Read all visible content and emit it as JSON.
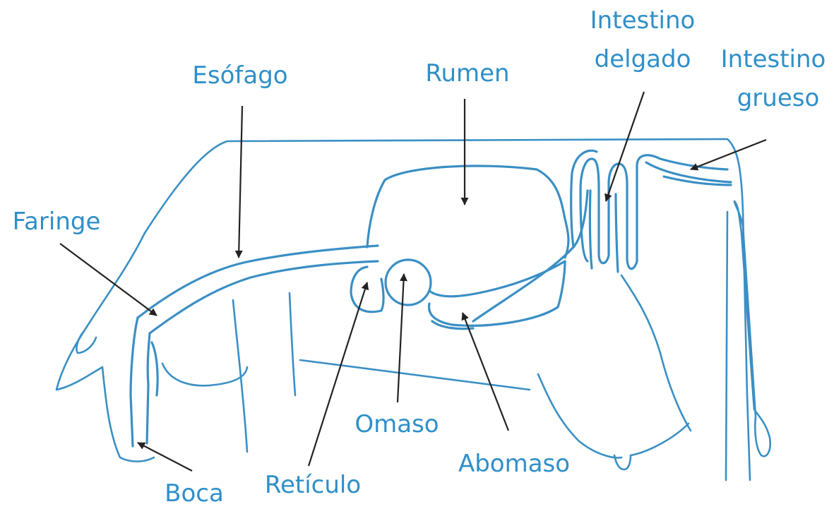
{
  "colors": {
    "line": "#3a8fc4",
    "label": "#2f8fc9",
    "arrow": "#222222",
    "background": "#ffffff"
  },
  "labels": {
    "esofago": "Esófago",
    "rumen": "Rumen",
    "intestino_delgado_1": "Intestino",
    "intestino_delgado_2": "delgado",
    "intestino_grueso_1": "Intestino",
    "intestino_grueso_2": "grueso",
    "faringe": "Faringe",
    "boca": "Boca",
    "reticulo": "Retículo",
    "omaso": "Omaso",
    "abomaso": "Abomaso"
  }
}
